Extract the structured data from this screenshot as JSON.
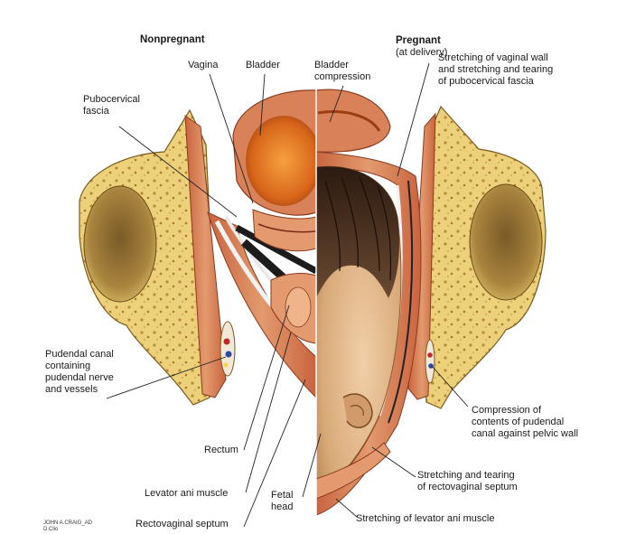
{
  "headers": {
    "nonpregnant": "Nonpregnant",
    "pregnant_bold": "Pregnant",
    "pregnant_note": "(at delivery)"
  },
  "labels": {
    "vagina": "Vagina",
    "bladder": "Bladder",
    "bladder_compression": "Bladder\ncompression",
    "stretching_vaginal_wall": "Stretching of vaginal wall\nand stretching and tearing\nof pubocervical fascia",
    "pubocervical_fascia": "Pubocervical\nfascia",
    "pudendal_canal": "Pudendal canal\ncontaining\npudendal nerve\nand vessels",
    "compression_pudendal": "Compression of\ncontents of pudendal\ncanal against pelvic wall",
    "rectum": "Rectum",
    "levator_ani_muscle": "Levator ani muscle",
    "fetal_head": "Fetal\nhead",
    "stretching_rectovaginal": "Stretching and tearing\nof rectovaginal septum",
    "rectovaginal_septum": "Rectovaginal septum",
    "stretching_levator": "Stretching of levator ani muscle"
  },
  "signature": "JOHN A.CRAIG_AD\nD.Clio",
  "colors": {
    "bone": "#e8c96a",
    "bone_spot": "#b88a3a",
    "muscle": "#d9825a",
    "muscle_dark": "#b4553a",
    "bladder": "#e07a22",
    "fascia": "#eeeeee",
    "fetal_hair": "#3a2418",
    "fetal_skin": "#e0b48a",
    "leader": "#222222"
  }
}
